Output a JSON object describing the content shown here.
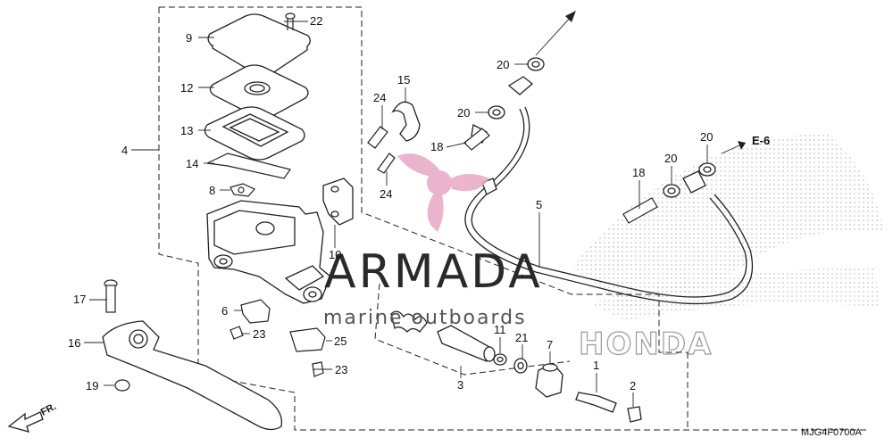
{
  "callouts": [
    {
      "id": "c9",
      "text": "9"
    },
    {
      "id": "c22",
      "text": "22"
    },
    {
      "id": "c12",
      "text": "12"
    },
    {
      "id": "c13",
      "text": "13"
    },
    {
      "id": "c14",
      "text": "14"
    },
    {
      "id": "c4",
      "text": "4"
    },
    {
      "id": "c8",
      "text": "8"
    },
    {
      "id": "c24a",
      "text": "24"
    },
    {
      "id": "c15",
      "text": "15"
    },
    {
      "id": "c24b",
      "text": "24"
    },
    {
      "id": "c10",
      "text": "10"
    },
    {
      "id": "c20a",
      "text": "20"
    },
    {
      "id": "c20b",
      "text": "20"
    },
    {
      "id": "c18a",
      "text": "18"
    },
    {
      "id": "c20c",
      "text": "20"
    },
    {
      "id": "c20d",
      "text": "20"
    },
    {
      "id": "c18b",
      "text": "18"
    },
    {
      "id": "c5",
      "text": "5"
    },
    {
      "id": "c17",
      "text": "17"
    },
    {
      "id": "c6",
      "text": "6"
    },
    {
      "id": "c23a",
      "text": "23"
    },
    {
      "id": "c25",
      "text": "25"
    },
    {
      "id": "c23b",
      "text": "23"
    },
    {
      "id": "c16",
      "text": "16"
    },
    {
      "id": "c19",
      "text": "19"
    },
    {
      "id": "c11",
      "text": "11"
    },
    {
      "id": "c21",
      "text": "21"
    },
    {
      "id": "c7",
      "text": "7"
    },
    {
      "id": "c3",
      "text": "3"
    },
    {
      "id": "c1",
      "text": "1"
    },
    {
      "id": "c2",
      "text": "2"
    }
  ],
  "reference": "E-6",
  "direction_label": "FR.",
  "diagram_code": "MJG4F0700A",
  "watermark": {
    "brand": "ARMADA",
    "tagline": "marine outboards"
  },
  "background_logo": "HONDA",
  "colors": {
    "line": "#222222",
    "watermark_pink": "#e7a8c4",
    "watermark_dark": "#2a2a2a",
    "dot_pattern": "#bdbdbd"
  }
}
